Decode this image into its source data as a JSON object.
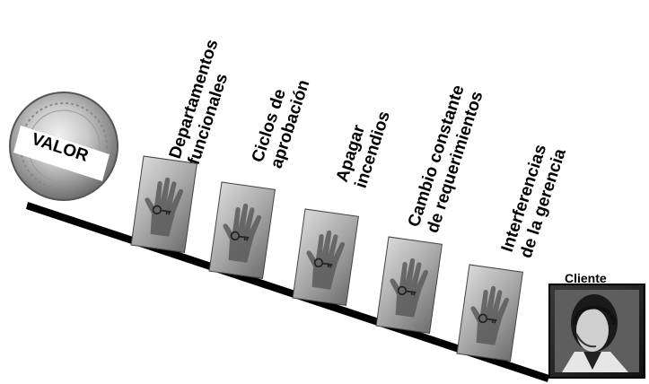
{
  "coin": {
    "label": "VALOR"
  },
  "obstacles": [
    {
      "line1": "Departamentos",
      "line2": "funcionales",
      "icon": "hand-holding-key-icon"
    },
    {
      "line1": "Ciclos de",
      "line2": "aprobación",
      "icon": "hand-holding-key-icon"
    },
    {
      "line1": "Apagar",
      "line2": "incendios",
      "icon": "hand-holding-key-icon"
    },
    {
      "line1": "Cambio constante",
      "line2": "de requerimientos",
      "icon": "hand-holding-key-icon"
    },
    {
      "line1": "Interferencias",
      "line2": "de la gerencia",
      "icon": "hand-holding-key-icon"
    }
  ],
  "customer": {
    "label": "Cliente",
    "icon": "customer-service-agent-icon"
  },
  "colors": {
    "ink": "#000000",
    "coin_gold": "#b9a46a",
    "photo_gray": "#9a9a9a"
  }
}
